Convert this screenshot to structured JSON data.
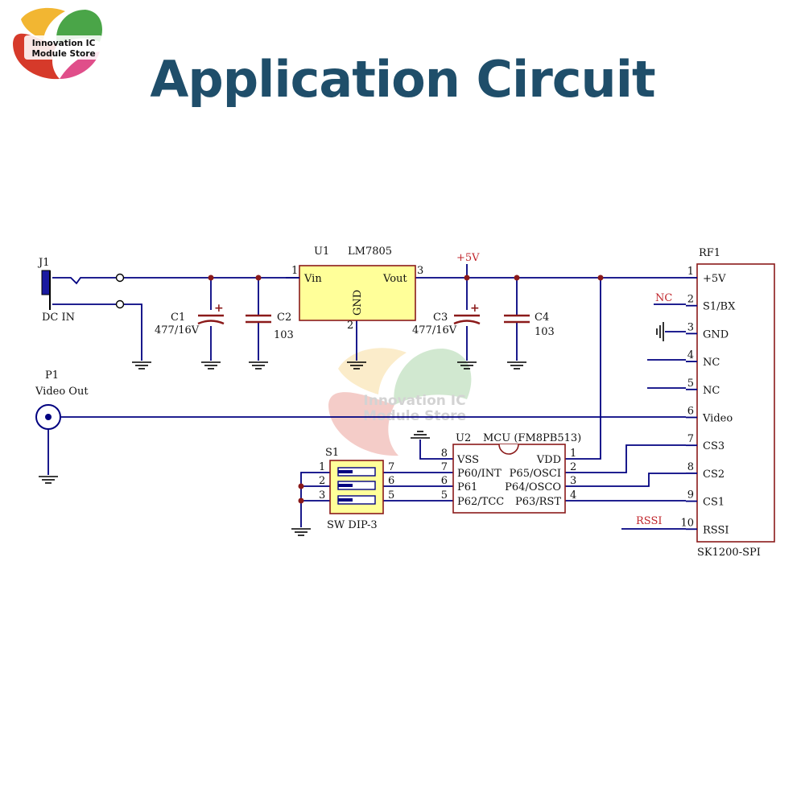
{
  "title": "Application Circuit",
  "logo": {
    "line1": "Innovation IC",
    "line2": "Module Store"
  },
  "watermark": {
    "line1": "Innovation IC",
    "line2": "Module Store"
  },
  "colors": {
    "title": "#1f4e6a",
    "wire": "#000080",
    "comp": "#8b1a1a",
    "chip_fill": "#ffff99",
    "net_label": "#c0262c"
  },
  "labels": {
    "j1": "J1",
    "dc_in": "DC IN",
    "u1": "U1",
    "u1_part": "LM7805",
    "vin": "Vin",
    "vout": "Vout",
    "gnd": "GND",
    "pin1": "1",
    "pin2": "2",
    "pin3": "3",
    "plus5v": "+5V",
    "c1": "C1",
    "c1_val": "477/16V",
    "c2": "C2",
    "c2_val": "103",
    "c3": "C3",
    "c3_val": "477/16V",
    "c4": "C4",
    "c4_val": "103",
    "p1": "P1",
    "video_out": "Video Out",
    "s1": "S1",
    "s1_part": "SW DIP-3",
    "u2": "U2",
    "u2_part": "MCU (FM8PB513)",
    "rf1": "RF1",
    "rf1_part": "SK1200-SPI",
    "nc_net": "NC",
    "rssi_net": "RSSI"
  },
  "rf1_pins": [
    {
      "num": "1",
      "name": "+5V"
    },
    {
      "num": "2",
      "name": "S1/BX"
    },
    {
      "num": "3",
      "name": "GND"
    },
    {
      "num": "4",
      "name": "NC"
    },
    {
      "num": "5",
      "name": "NC"
    },
    {
      "num": "6",
      "name": "Video"
    },
    {
      "num": "7",
      "name": "CS3"
    },
    {
      "num": "8",
      "name": "CS2"
    },
    {
      "num": "9",
      "name": "CS1"
    },
    {
      "num": "10",
      "name": "RSSI"
    }
  ],
  "u2_left_pins": [
    {
      "num": "8",
      "name": "VSS"
    },
    {
      "num": "7",
      "name": "P60/INT"
    },
    {
      "num": "6",
      "name": "P61"
    },
    {
      "num": "5",
      "name": "P62/TCC"
    }
  ],
  "u2_right_pins": [
    {
      "num": "1",
      "name": "VDD"
    },
    {
      "num": "2",
      "name": "P65/OSCI"
    },
    {
      "num": "3",
      "name": "P64/OSCO"
    },
    {
      "num": "4",
      "name": "P63/RST"
    }
  ],
  "s1_left_pins": [
    "1",
    "2",
    "3"
  ],
  "s1_right_pins": [
    "7",
    "6",
    "5"
  ]
}
